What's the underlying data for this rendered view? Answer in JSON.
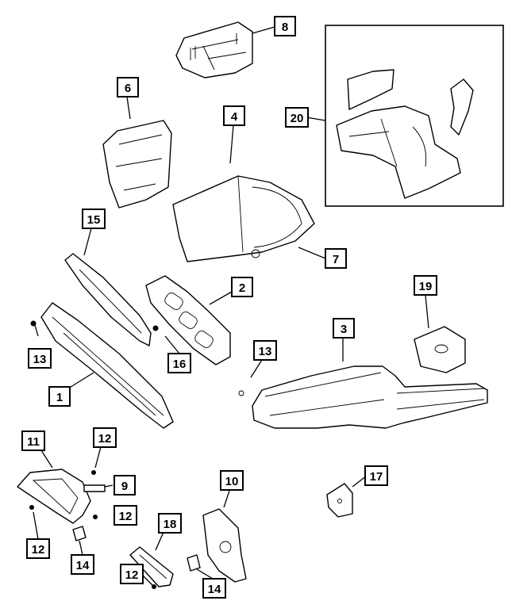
{
  "diagram": {
    "callouts": [
      {
        "id": "c8",
        "label": "8"
      },
      {
        "id": "c6",
        "label": "6"
      },
      {
        "id": "c4",
        "label": "4"
      },
      {
        "id": "c20",
        "label": "20"
      },
      {
        "id": "c15",
        "label": "15"
      },
      {
        "id": "c7",
        "label": "7"
      },
      {
        "id": "c2",
        "label": "2"
      },
      {
        "id": "c19",
        "label": "19"
      },
      {
        "id": "c13a",
        "label": "13"
      },
      {
        "id": "c16",
        "label": "16"
      },
      {
        "id": "c3",
        "label": "3"
      },
      {
        "id": "c13b",
        "label": "13"
      },
      {
        "id": "c1",
        "label": "1"
      },
      {
        "id": "c11",
        "label": "11"
      },
      {
        "id": "c12a",
        "label": "12"
      },
      {
        "id": "c9",
        "label": "9"
      },
      {
        "id": "c10",
        "label": "10"
      },
      {
        "id": "c17",
        "label": "17"
      },
      {
        "id": "c12b",
        "label": "12"
      },
      {
        "id": "c18",
        "label": "18"
      },
      {
        "id": "c12c",
        "label": "12"
      },
      {
        "id": "c14a",
        "label": "14"
      },
      {
        "id": "c12d",
        "label": "12"
      },
      {
        "id": "c14b",
        "label": "14"
      }
    ]
  }
}
